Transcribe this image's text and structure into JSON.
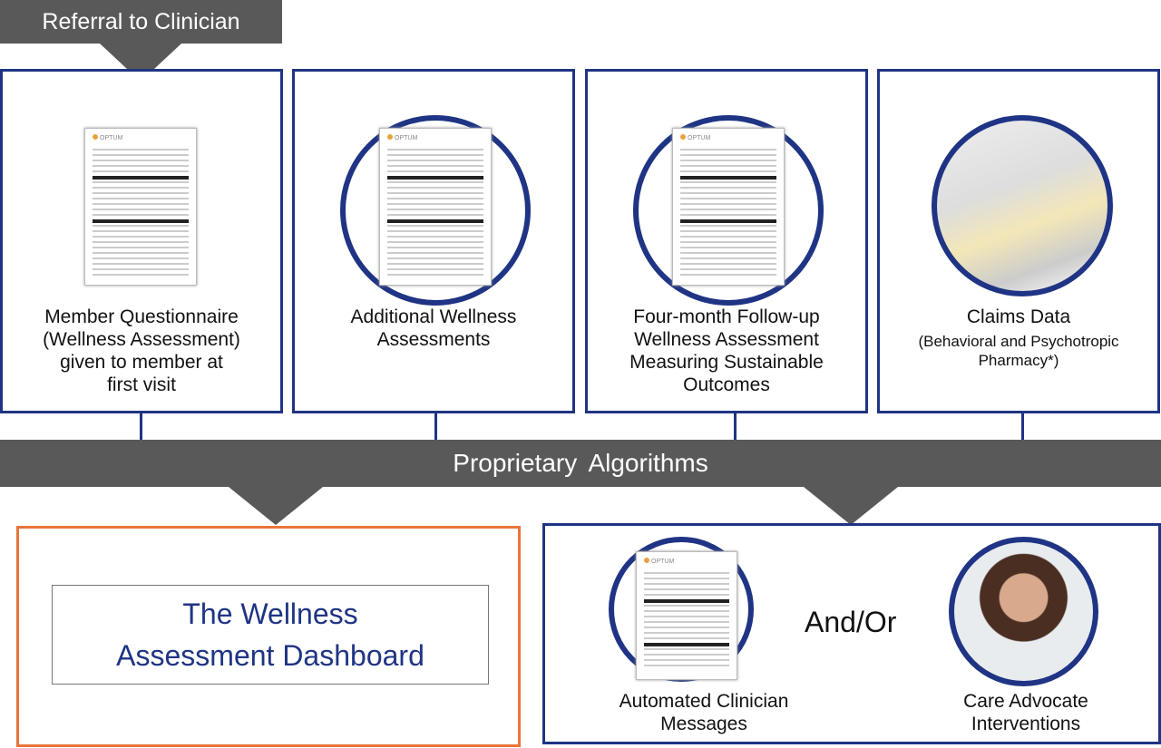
{
  "header": {
    "title": "Referral to Clinician"
  },
  "inputs": [
    {
      "lines": [
        "Member Questionnaire",
        "(Wellness Assessment)",
        "given to member at",
        "first visit"
      ]
    },
    {
      "lines": [
        "Additional Wellness",
        "Assessments"
      ]
    },
    {
      "lines": [
        "Four-month Follow-up",
        "Wellness Assessment",
        "Measuring Sustainable",
        "Outcomes"
      ]
    },
    {
      "title": "Claims Data",
      "subtitle_lines": [
        "(Behavioral and Psychotropic",
        "Pharmacy*)"
      ]
    }
  ],
  "process": {
    "label": "Proprietary Algorithms"
  },
  "dashboard": {
    "lines": [
      "The Wellness",
      "Assessment Dashboard"
    ]
  },
  "outputs": {
    "left": {
      "lines": [
        "Automated Clinician",
        "Messages"
      ]
    },
    "connector": "And/Or",
    "right": {
      "lines": [
        "Care Advocate",
        "Interventions"
      ]
    }
  },
  "logo_text": "OPTUM",
  "colors": {
    "navy": "#1f3484",
    "gray": "#595959",
    "orange": "#e8743b"
  }
}
